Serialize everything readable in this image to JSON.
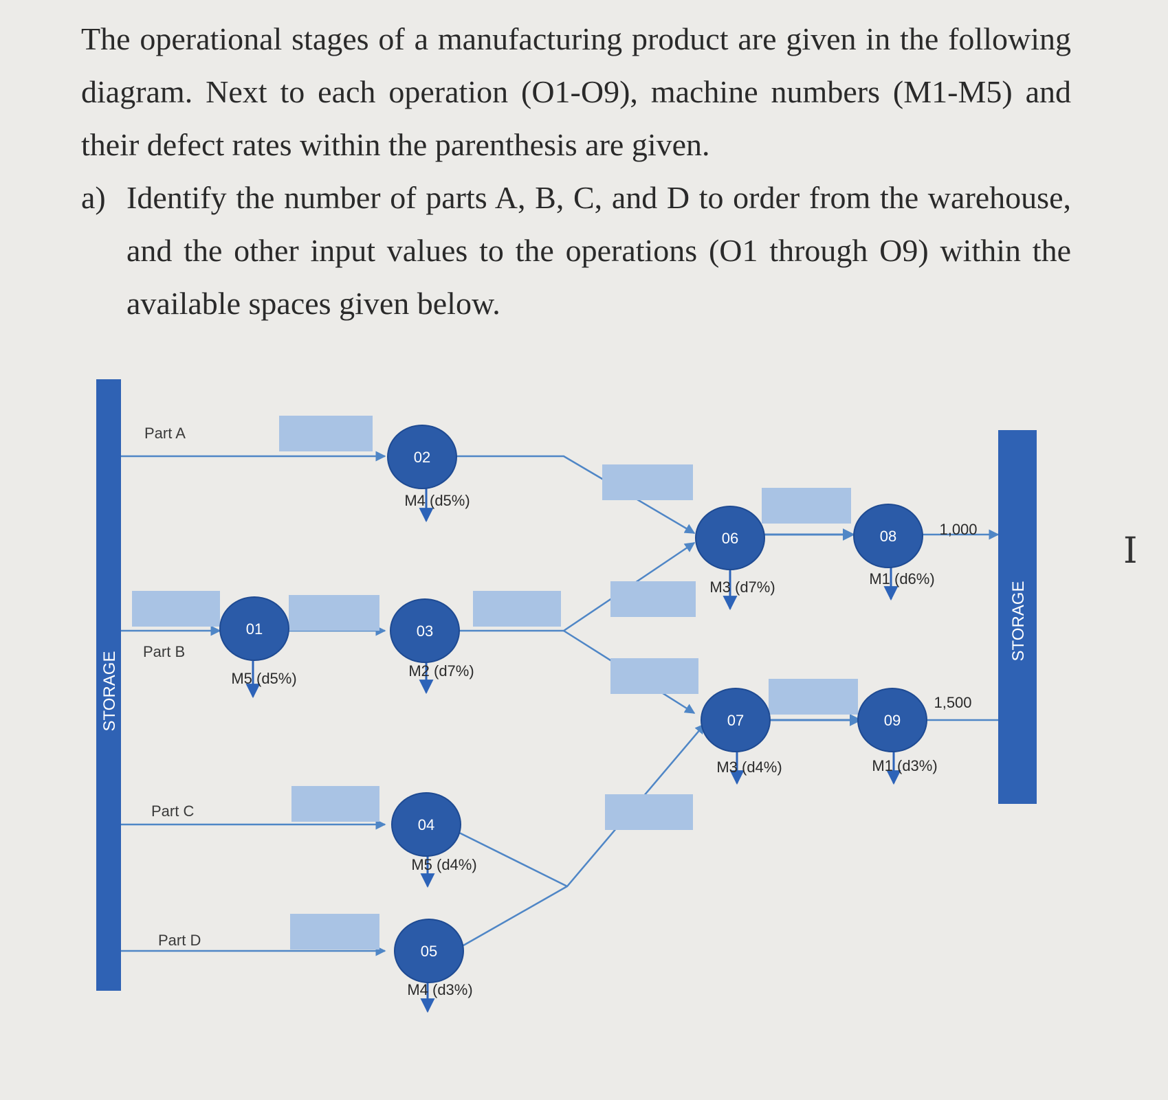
{
  "problem": {
    "intro": "The operational stages of a manufacturing product are given in the following diagram. Next to each operation (O1-O9), machine numbers (M1-M5) and their defect rates within the parenthesis are given.",
    "item_marker": "a)",
    "item_text": "Identify the number of parts A, B, C, and D to order from the warehouse, and the other input values to the operations (O1 through O9) within the available spaces given below."
  },
  "diagram": {
    "storage_label": "STORAGE",
    "parts": {
      "a": "Part A",
      "b": "Part B",
      "c": "Part C",
      "d": "Part D"
    },
    "operations": {
      "o1": {
        "id": "01",
        "machine": "M5 (d5%)"
      },
      "o2": {
        "id": "02",
        "machine": "M4 (d5%)"
      },
      "o3": {
        "id": "03",
        "machine": "M2 (d7%)"
      },
      "o4": {
        "id": "04",
        "machine": "M5 (d4%)"
      },
      "o5": {
        "id": "05",
        "machine": "M4 (d3%)"
      },
      "o6": {
        "id": "06",
        "machine": "M3 (d7%)"
      },
      "o7": {
        "id": "07",
        "machine": "M3 (d4%)"
      },
      "o8": {
        "id": "08",
        "machine": "M1 (d6%)"
      },
      "o9": {
        "id": "09",
        "machine": "M1 (d3%)"
      }
    },
    "outputs": {
      "o8": "1,000",
      "o9": "1,500"
    }
  },
  "colors": {
    "storage": "#2f62b4",
    "node": "#2b5ba8",
    "node_stroke": "#1e4a92",
    "line": "#4f86c6",
    "input_box": "#a9c3e4",
    "defect_arrow": "#2d63b8"
  },
  "cursor": "I"
}
